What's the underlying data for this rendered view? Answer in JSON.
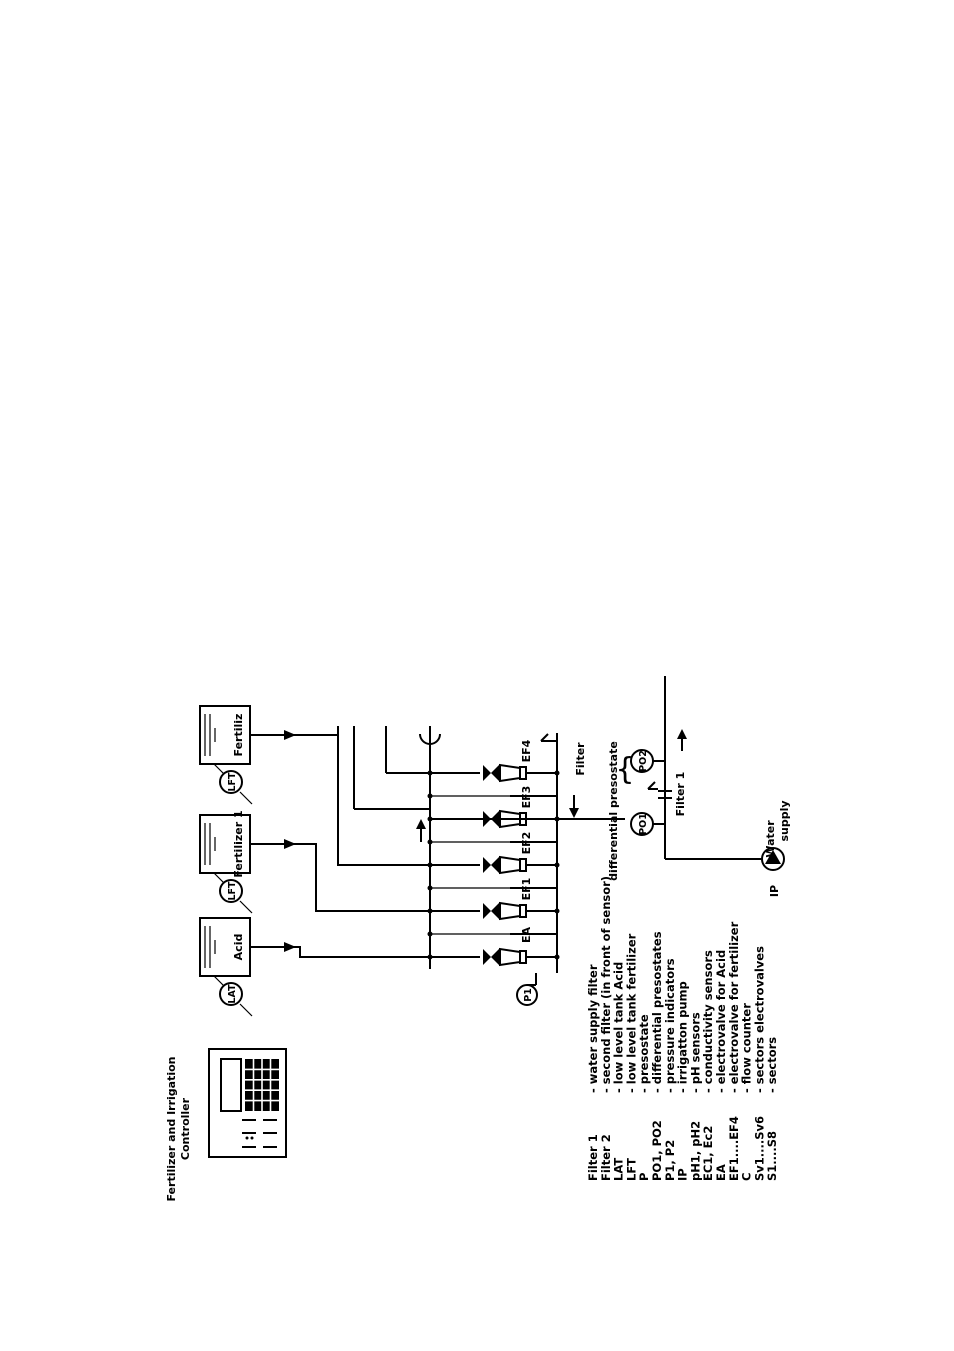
{
  "controller_title_line1": "Fertilizer and Irrigation",
  "controller_title_line2": "Controller",
  "tanks": [
    {
      "label": "Acid",
      "sensor": "LAT"
    },
    {
      "label": "Fertilizer 1",
      "sensor": "LFT"
    },
    {
      "label": "Fertiliz",
      "sensor": "LFT"
    }
  ],
  "valves": [
    "EA",
    "EF1",
    "EF2",
    "EF3",
    "EF4"
  ],
  "pressure_indicator": "P1",
  "filter_top_label": "Filter",
  "diff_presostate_label": "differential presostate",
  "po1_label": "PO1",
  "po2_label": "PO2",
  "filter1_label": "Filter 1",
  "ip_label": "IP",
  "water_supply_line1": "Water",
  "water_supply_line2": "supply",
  "legend": [
    {
      "abbr": "Filter 1",
      "desc": "- water supply filter"
    },
    {
      "abbr": "Filter 2",
      "desc": "- second  filter (in front of sensor)"
    },
    {
      "abbr": "LAT",
      "desc": "- low level tank Acid"
    },
    {
      "abbr": "LFT",
      "desc": "- low level tank fertilizer"
    },
    {
      "abbr": "P",
      "desc": "- presostate"
    },
    {
      "abbr": "PO1, PO2",
      "desc": "- differential presostates"
    },
    {
      "abbr": "P1, P2",
      "desc": "- pressure indicators"
    },
    {
      "abbr": "IP",
      "desc": "- irrigatton pump"
    },
    {
      "abbr": "pH1, pH2",
      "desc": "- pH sensors"
    },
    {
      "abbr": "EC1, Ec2",
      "desc": "- conductivity sensors"
    },
    {
      "abbr": "EA",
      "desc": "- electrovalve for Acid"
    },
    {
      "abbr": "EF1....EF4",
      "desc": "- electrovalve for fertilizer"
    },
    {
      "abbr": "C",
      "desc": "- flow counter"
    },
    {
      "abbr": "Sv1....Sv6",
      "desc": "- sectors electrovalves"
    },
    {
      "abbr": "S1....S8",
      "desc": "- sectors"
    }
  ]
}
